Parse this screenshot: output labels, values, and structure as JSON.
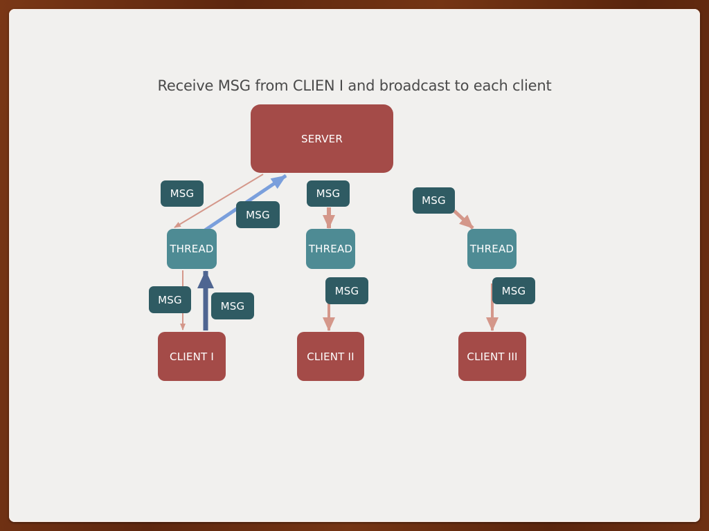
{
  "slide": {
    "title": "Receive MSG from CLIEN I and broadcast to each client"
  },
  "nodes": {
    "server": "SERVER",
    "threads": [
      "THREAD",
      "THREAD",
      "THREAD"
    ],
    "clients": [
      "CLIENT I",
      "CLIENT II",
      "CLIENT III"
    ],
    "messages": [
      "MSG",
      "MSG",
      "MSG",
      "MSG",
      "MSG",
      "MSG",
      "MSG",
      "MSG"
    ]
  },
  "colors": {
    "frame": "#6a2d12",
    "page": "#f1f0ee",
    "server_client": "#a44b48",
    "thread": "#4e8b94",
    "msg": "#2f5b63",
    "arrow_salmon": "#d4978a",
    "arrow_light_blue": "#7a9fdc",
    "arrow_dark_blue": "#4f6591"
  },
  "edges": [
    {
      "from": "server",
      "to": "thread-1",
      "color": "salmon"
    },
    {
      "from": "thread-1",
      "to": "server",
      "color": "light_blue"
    },
    {
      "from": "client-1",
      "to": "thread-1",
      "color": "dark_blue"
    },
    {
      "from": "thread-1",
      "to": "client-1",
      "color": "salmon"
    },
    {
      "from": "msg",
      "to": "thread-2",
      "color": "salmon"
    },
    {
      "from": "thread-2",
      "to": "client-2",
      "color": "salmon"
    },
    {
      "from": "msg",
      "to": "thread-3",
      "color": "salmon"
    },
    {
      "from": "thread-3",
      "to": "client-3",
      "color": "salmon"
    }
  ]
}
